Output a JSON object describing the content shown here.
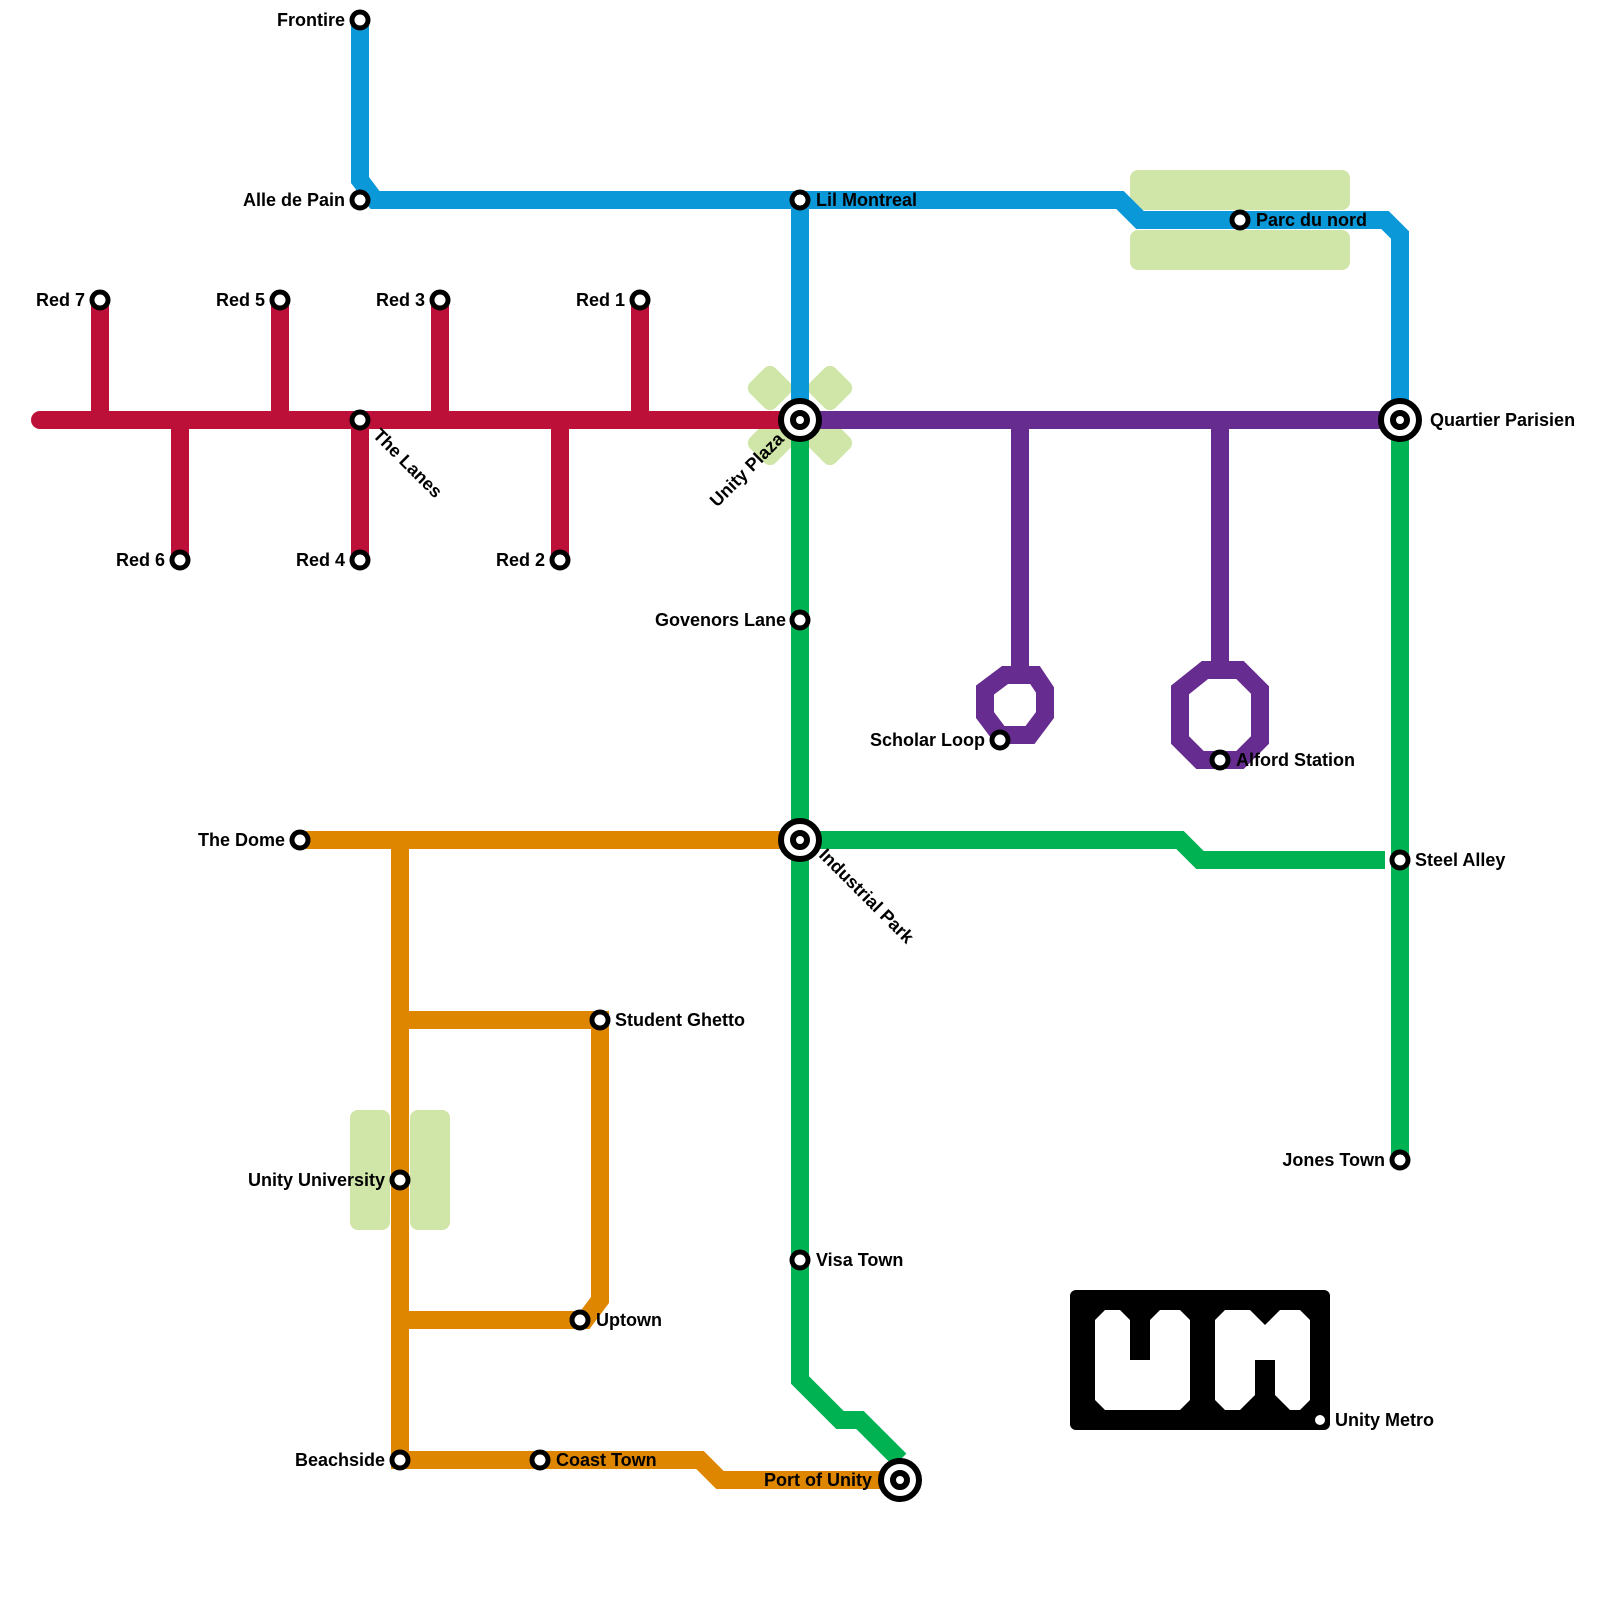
{
  "map": {
    "title": "Unity Metro",
    "logo_text": "UM",
    "colors": {
      "red": "#bd1038",
      "blue": "#0b98d9",
      "purple": "#662c90",
      "green": "#00b251",
      "orange": "#df8600",
      "park": "#d0e6a8",
      "station_stroke": "#000000"
    },
    "lines": [
      {
        "name": "Red Line",
        "color_key": "red"
      },
      {
        "name": "Blue Line",
        "color_key": "blue"
      },
      {
        "name": "Purple Line",
        "color_key": "purple"
      },
      {
        "name": "Green Line",
        "color_key": "green"
      },
      {
        "name": "Orange Line",
        "color_key": "orange"
      }
    ],
    "stations": {
      "frontire": "Frontire",
      "alle_de_pain": "Alle de Pain",
      "lil_montreal": "Lil Montreal",
      "parc_du_nord": "Parc du nord",
      "quartier_parisien": "Quartier Parisien",
      "red7": "Red 7",
      "red5": "Red 5",
      "red3": "Red 3",
      "red1": "Red 1",
      "red6": "Red 6",
      "red4": "Red 4",
      "red2": "Red 2",
      "the_lanes": "The Lanes",
      "unity_plaza": "Unity Plaza",
      "govenors_lane": "Govenors Lane",
      "scholar_loop": "Scholar Loop",
      "alford_station": "Alford Station",
      "the_dome": "The Dome",
      "industrial_park": "Industrial Park",
      "steel_alley": "Steel Alley",
      "student_ghetto": "Student Ghetto",
      "unity_university": "Unity University",
      "jones_town": "Jones Town",
      "visa_town": "Visa Town",
      "uptown": "Uptown",
      "unity_metro": "Unity Metro",
      "beachside": "Beachside",
      "coast_town": "Coast Town",
      "port_of_unity": "Port of Unity"
    }
  }
}
